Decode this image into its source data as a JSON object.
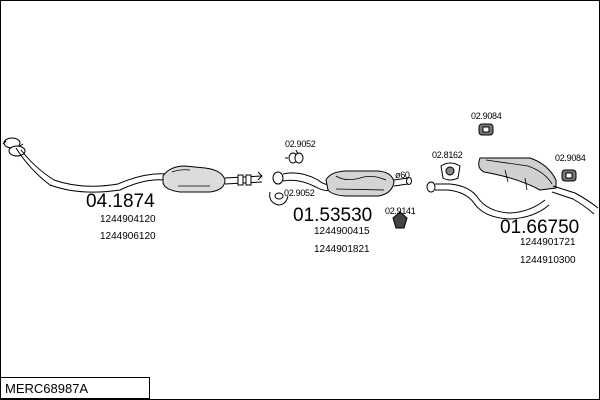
{
  "diagram": {
    "reference": "MERC68987A",
    "sections": [
      {
        "part_number": "04.1874",
        "oem_numbers": [
          "1244904120",
          "1244906120"
        ]
      },
      {
        "part_number": "01.53530",
        "oem_numbers": [
          "1244900415",
          "1244901821"
        ]
      },
      {
        "part_number": "01.66750",
        "oem_numbers": [
          "1244901721",
          "1244910300"
        ]
      }
    ],
    "accessories": [
      {
        "part_number": "02.9052",
        "kind": "clamp"
      },
      {
        "part_number": "02.9052",
        "kind": "clamp"
      },
      {
        "part_number": "02.9141",
        "kind": "hanger"
      },
      {
        "part_number": "02.8162",
        "kind": "gasket"
      },
      {
        "part_number": "02.9084",
        "kind": "mount"
      },
      {
        "part_number": "02.9084",
        "kind": "mount"
      }
    ],
    "diameter_label": "ø60"
  }
}
